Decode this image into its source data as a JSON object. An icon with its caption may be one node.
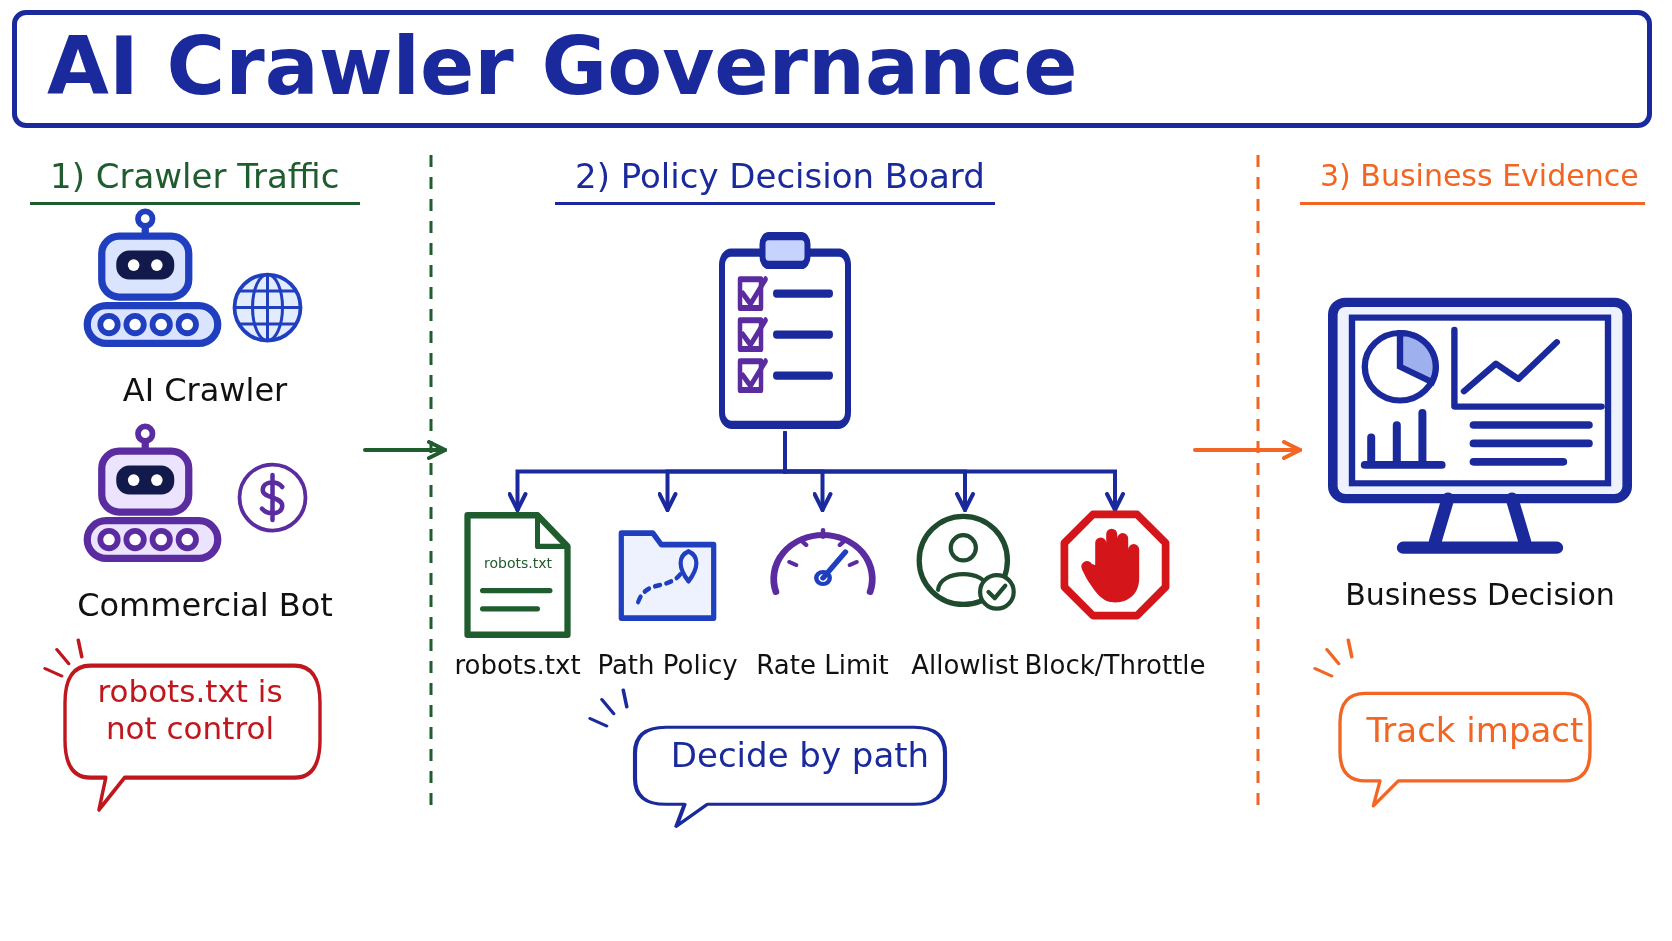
{
  "diagram": {
    "title": "AI Crawler Governance",
    "nodes": [
      {
        "text": [
          "1) Crawler Traffic"
        ]
      },
      {
        "text": [
          "AI Crawler"
        ],
        "in": 0
      },
      {
        "text": [
          "Commercial Bot"
        ],
        "in": 0
      },
      {
        "text": [
          "robots.txt is not control"
        ],
        "in": 0
      },
      {
        "text": [
          "2) Policy Decision Board"
        ]
      },
      {
        "text": [],
        "shape": "picture",
        "in": 4
      },
      {
        "text": [
          "robots.txt",
          "robots.txt"
        ],
        "in": 4
      },
      {
        "text": [
          "Path Policy"
        ],
        "in": 4
      },
      {
        "text": [
          "Rate Limit"
        ],
        "in": 4
      },
      {
        "text": [
          "Allowlist"
        ],
        "in": 4
      },
      {
        "text": [
          "Block/Throttle"
        ],
        "in": 4
      },
      {
        "text": [
          "Decide by path"
        ],
        "in": 4
      },
      {
        "text": [
          "3) Business Evidence"
        ]
      },
      {
        "text": [
          "Business Decision"
        ],
        "in": 12
      },
      {
        "text": [
          "Track impact"
        ],
        "in": 12
      }
    ],
    "edges": [
      {
        "from": 0,
        "to": 4,
        "arrow": "to",
        "color": "#1f5c2e"
      },
      {
        "from": 5,
        "to": 6,
        "arrow": "to"
      },
      {
        "from": 5,
        "to": 7,
        "arrow": "to"
      },
      {
        "from": 5,
        "to": 8,
        "arrow": "to"
      },
      {
        "from": 5,
        "to": 9,
        "arrow": "to"
      },
      {
        "from": 5,
        "to": 10,
        "arrow": "to"
      },
      {
        "from": 4,
        "to": 12,
        "arrow": "to",
        "color": "#f26522"
      }
    ]
  }
}
